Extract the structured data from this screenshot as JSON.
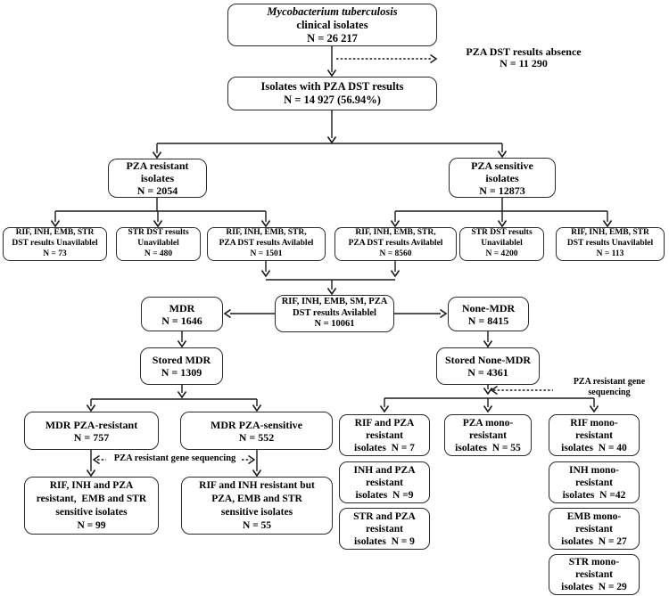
{
  "nodes": {
    "root": {
      "species": "Mycobacterium tuberculosis",
      "rest": "\nclinical isolates\nN = 26 217"
    },
    "isolates_with_pza": {
      "text": "Isolates with PZA DST results\nN = 14 927 (56.94%)"
    },
    "pza_resistant": {
      "text": "PZA resistant\nisolates\nN = 2054"
    },
    "pza_sensitive": {
      "text": "PZA sensitive\nisolates\nN = 12873"
    },
    "res_unavailable_4drug": {
      "text": "RIF, INH, EMB, STR\nDST results Unavilablel\nN = 73"
    },
    "res_str_unavailable": {
      "text": "STR DST results\nUnavilablel\nN = 480"
    },
    "res_available": {
      "text": "RIF, INH, EMB, STR,\nPZA DST results Avilablel\nN = 1501"
    },
    "sen_available": {
      "text": "RIF, INH, EMB, STR,\nPZA DST results Avilablel\nN = 8560"
    },
    "sen_str_unavailable": {
      "text": "STR DST results\nUnavilablel\nN = 4200"
    },
    "sen_unavailable_4drug": {
      "text": "RIF, INH, EMB, STR\nDST results Unavilablel\nN = 113"
    },
    "all_available": {
      "text": "RIF, INH, EMB, SM, PZA\nDST results Avilablel\nN = 10061"
    },
    "mdr": {
      "text": "MDR\nN = 1646"
    },
    "none_mdr": {
      "text": "None-MDR\nN = 8415"
    },
    "stored_mdr": {
      "text": "Stored MDR\nN = 1309"
    },
    "stored_none_mdr": {
      "text": "Stored None-MDR\nN = 4361"
    },
    "mdr_pza_resistant": {
      "text": "MDR PZA-resistant\nN = 757"
    },
    "mdr_pza_sensitive": {
      "text": "MDR PZA-sensitive\nN = 552"
    },
    "rif_inh_pza_resistant": {
      "text": "RIF, INH and PZA\nresistant,  EMB and STR\nsensitive isolates\nN = 99"
    },
    "rif_inh_res_pza_sensitive": {
      "text": "RIF and INH resistant but\nPZA, EMB and STR\nsensitive isolates\nN = 55"
    },
    "rif_pza": {
      "text": "RIF and PZA\nresistant\nisolates  N = 7"
    },
    "inh_pza": {
      "text": "INH and PZA\nresistant\nisolates  N =9"
    },
    "str_pza": {
      "text": "STR and PZA\nresistant\nisolates  N = 9"
    },
    "pza_mono": {
      "text": "PZA mono-\nresistant\nisolates  N = 55"
    },
    "rif_mono": {
      "text": "RIF mono-\nresistant\nisolates  N = 40"
    },
    "inh_mono": {
      "text": "INH mono-\nresistant\nisolates  N =42"
    },
    "emb_mono": {
      "text": "EMB mono-\nresistant\nisolates  N = 27"
    },
    "str_mono": {
      "text": "STR mono-\nresistant\nisolates  N = 29"
    }
  },
  "labels": {
    "pza_absence": "PZA DST results absence\nN = 11 290",
    "seq_right": "PZA resistant gene\nsequencing",
    "seq_mid": "PZA resistant gene sequencing"
  },
  "colors": {
    "line": "#1a1a1a",
    "border": "#2b2b2b",
    "background": "#ffffff",
    "text": "#000000"
  }
}
